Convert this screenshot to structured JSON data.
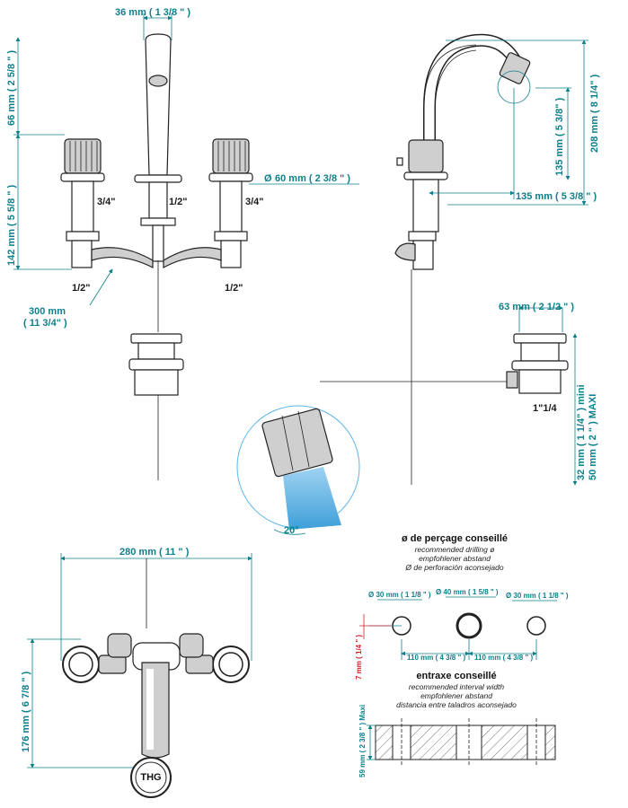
{
  "front_view": {
    "spout_width": "36 mm ( 1 3/8 \" )",
    "top_height": "66 mm ( 2 5/8 \" )",
    "body_height": "142 mm ( 5 5/8 \" )",
    "flange_diameter": "60 mm ( 2 3/8 \" )",
    "diameter_symbol": "Ø",
    "thread_left": "3/4\"",
    "thread_center": "1/2\"",
    "thread_right": "3/4\"",
    "outlet_left": "1/2\"",
    "outlet_right": "1/2\"",
    "hose_length_mm": "300 mm",
    "hose_length_in": "( 11 3/4\" )"
  },
  "side_view": {
    "total_height": "208 mm ( 8 1/4\" )",
    "outlet_height": "135 mm ( 5 3/8\" )",
    "reach": "135 mm ( 5 3/8 \" )"
  },
  "waste": {
    "diameter": "63 mm ( 2 1/2 \" )",
    "thread": "1\"1/4",
    "thickness_min": "32 mm ( 1 1/4\" ) mini",
    "thickness_max": "50 mm ( 2 \" ) MAXI"
  },
  "detail": {
    "angle": "20°"
  },
  "top_view": {
    "width": "280 mm ( 11 \" )",
    "depth": "176 mm ( 6 7/8 \" )",
    "logo_text": "THG"
  },
  "drilling": {
    "title": "ø de perçage conseillé",
    "sub_en": "recommended drilling ø",
    "sub_de": "empfohlener abstand",
    "sub_es": "Ø de perforación aconsejado",
    "hole_left": "Ø  30 mm ( 1 1/8 \" )",
    "hole_center": "Ø  40 mm ( 1 5/8 \" )",
    "hole_right": "Ø  30 mm ( 1 1/8 \" )",
    "offset": "7 mm ( 1/4 \" )",
    "spacing_left": "110 mm ( 4 3/8 \" )",
    "spacing_right": "110 mm ( 4 3/8 \" )"
  },
  "interval": {
    "title": "entraxe conseillé",
    "sub_en": "recommended interval width",
    "sub_de": "empfohlener abstand",
    "sub_es": "distancia entre taladros aconsejado",
    "deck_thickness": "59 mm ( 2 3/8 \" ) Maxi"
  },
  "colors": {
    "dimension": "#0d7f8a",
    "outline": "#222222",
    "water": "#5bb5e8",
    "offset": "#d0202a"
  }
}
